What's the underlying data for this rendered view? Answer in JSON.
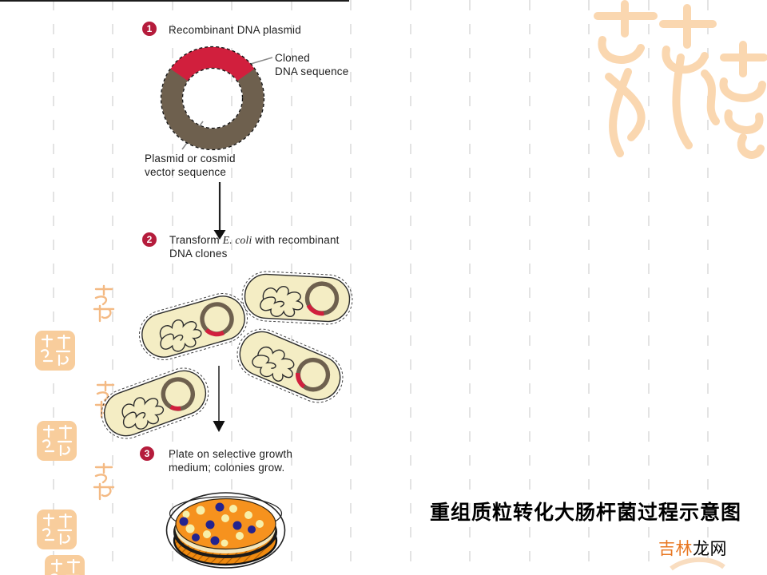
{
  "slide": {
    "caption": "重组质粒转化大肠杆菌过程示意图",
    "brand": {
      "part1": "吉林",
      "part2": "龙网",
      "part1_color": "#e87722"
    },
    "watermark_text": "吉祥如意"
  },
  "figure": {
    "steps": [
      {
        "number": "1",
        "label": "Recombinant DNA plasmid"
      },
      {
        "number": "2",
        "label_prefix": "Transform ",
        "label_italic": "E. coli",
        "label_suffix": " with recombinant",
        "label_line2": "DNA clones"
      },
      {
        "number": "3",
        "label_line1": "Plate on selective growth",
        "label_line2": "medium; colonies grow."
      }
    ],
    "labels": {
      "cloned_line1": "Cloned",
      "cloned_line2": "DNA sequence",
      "vector_line1": "Plasmid or cosmid",
      "vector_line2": "vector sequence"
    },
    "colors": {
      "badge_red": "#b51c3c",
      "cloned_red": "#d11f3d",
      "vector_brown": "#6e604e",
      "cell_fill": "#f4edc4",
      "medium_orange": "#f6921e",
      "colony_blue": "#23238f",
      "colony_yellow": "#f7efa9",
      "watermark_orange": "#fad7b0",
      "stamp_orange": "#f8cd9c"
    }
  }
}
